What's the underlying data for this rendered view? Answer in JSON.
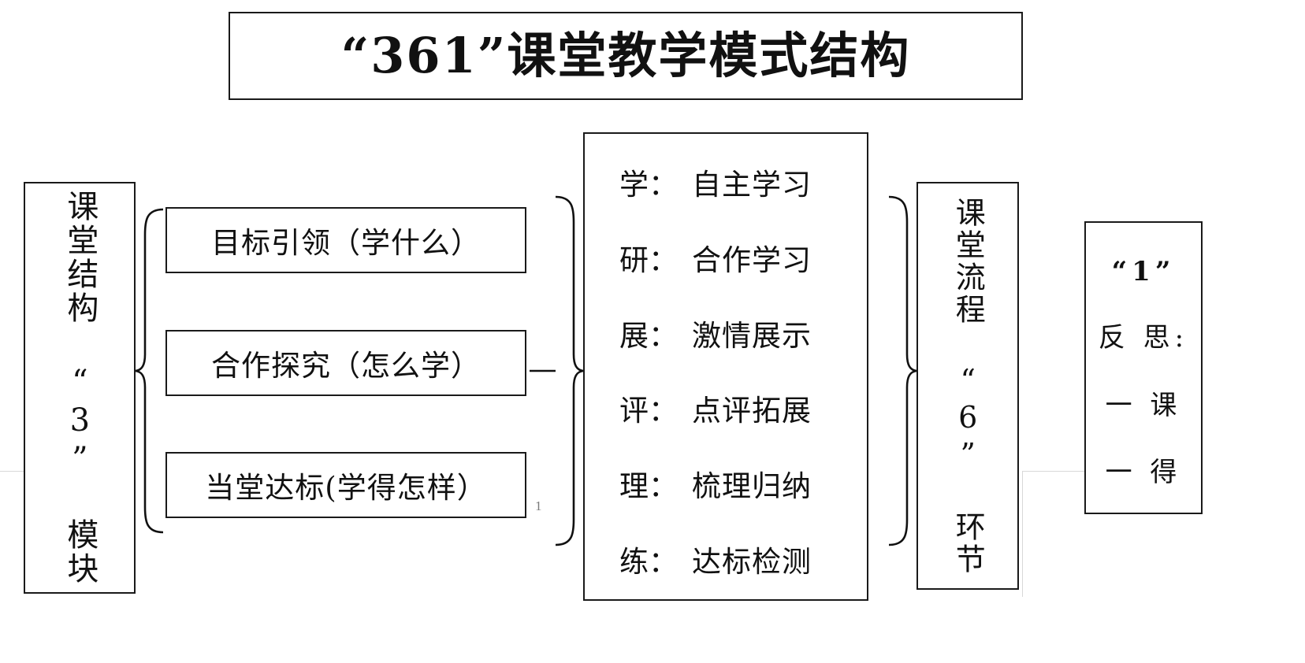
{
  "title": {
    "text": "“361”课堂教学模式结构"
  },
  "left_panel": {
    "label": "课堂结构 “3” 模块"
  },
  "modules": {
    "items": [
      {
        "label": "目标引领（学什么）"
      },
      {
        "label": "合作探究（怎么学）"
      },
      {
        "label": "当堂达标(学得怎样）"
      }
    ],
    "footnote_marker": "1"
  },
  "center_panel": {
    "steps": [
      {
        "key": "学",
        "sep": "：",
        "value": "自主学习"
      },
      {
        "key": "研",
        "sep": "：",
        "value": "合作学习"
      },
      {
        "key": "展",
        "sep": "：",
        "value": "激情展示"
      },
      {
        "key": "评",
        "sep": "：",
        "value": "点评拓展"
      },
      {
        "key": "理",
        "sep": "：",
        "value": "梳理归纳"
      },
      {
        "key": "练",
        "sep": "：",
        "value": "达标检测"
      }
    ]
  },
  "flow_panel": {
    "label": "课堂流程 “6” 环节"
  },
  "reflect_panel": {
    "lines": [
      "“1”",
      "反 思:",
      "一 课",
      "一 得"
    ]
  },
  "colors": {
    "background": "#ffffff",
    "stroke": "#1a1a1a",
    "text": "#111111",
    "footnote": "#7a7a7a"
  }
}
